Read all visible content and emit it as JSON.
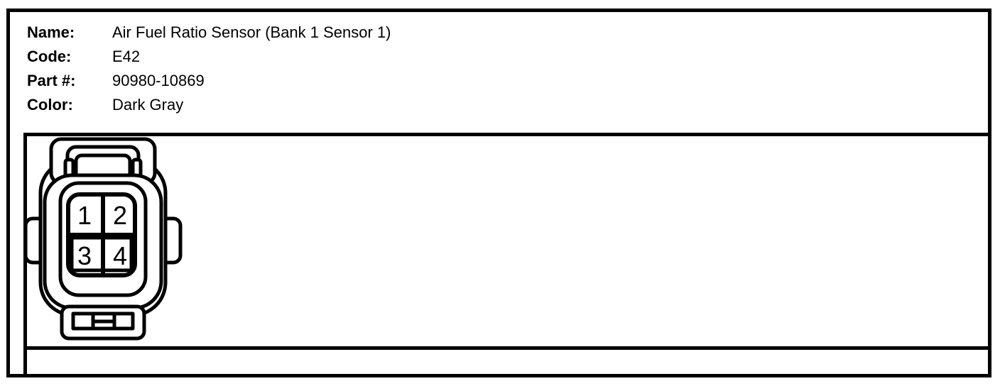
{
  "colors": {
    "ink": "#000000",
    "paper": "#ffffff"
  },
  "header": {
    "fields": [
      {
        "label": "Name:",
        "value": "Air Fuel Ratio Sensor (Bank 1 Sensor 1)"
      },
      {
        "label": "Code:",
        "value": "E42"
      },
      {
        "label": "Part #:",
        "value": "90980-10869"
      },
      {
        "label": "Color:",
        "value": "Dark Gray"
      }
    ]
  },
  "diagram": {
    "pins": [
      "1",
      "2",
      "3",
      "4"
    ]
  }
}
